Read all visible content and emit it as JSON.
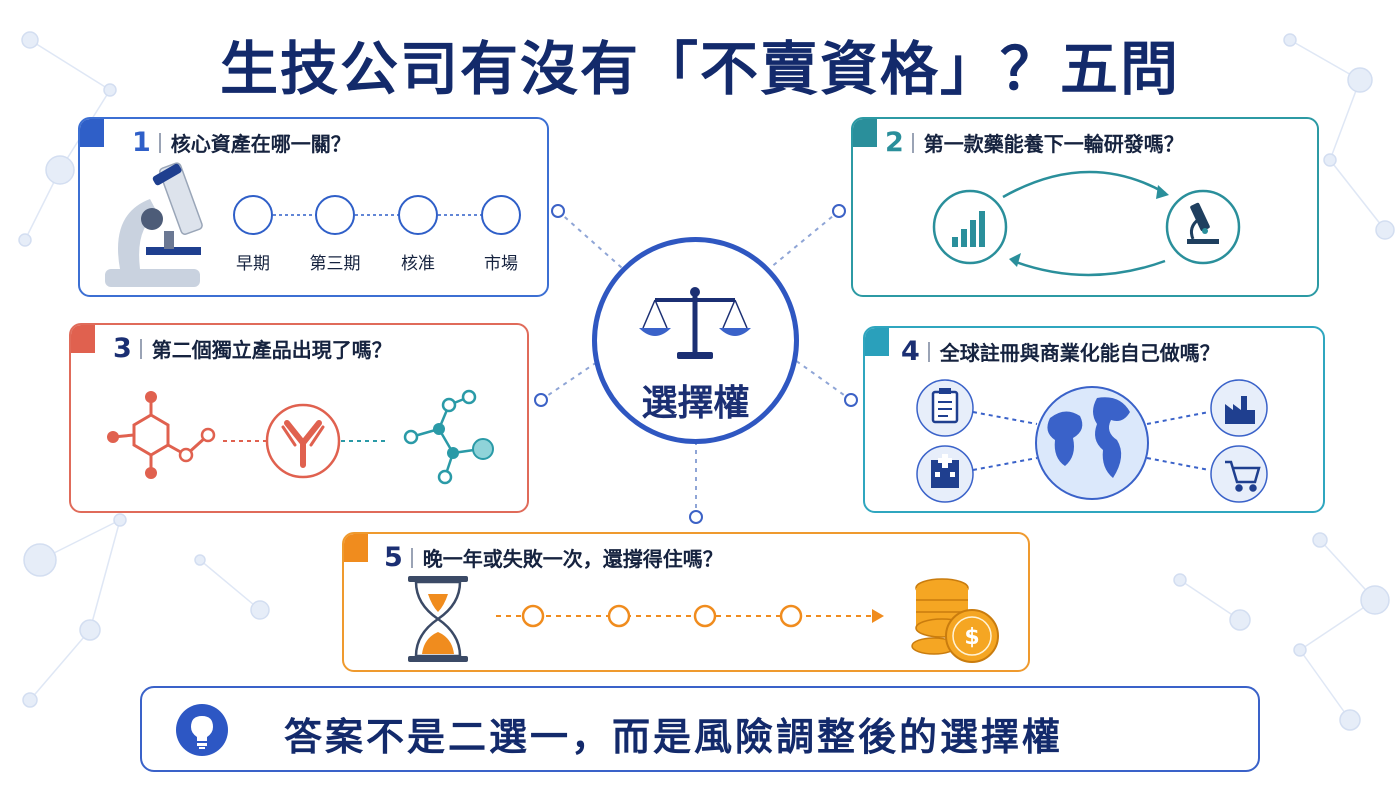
{
  "title": "生技公司有沒有「不賣資格」？五問",
  "center": {
    "label": "選擇權",
    "icon": "balance-scale-icon"
  },
  "questions": [
    {
      "num": "1",
      "text": "核心資產在哪一關？",
      "stages": [
        "早期",
        "第三期",
        "核准",
        "市場"
      ],
      "color": "#2f5fc8",
      "icon": "microscope-icon"
    },
    {
      "num": "2",
      "text": "第一款藥能養下一輪研發嗎？",
      "color": "#2a8f9b",
      "icons": [
        "bar-chart-icon",
        "microscope-icon"
      ]
    },
    {
      "num": "3",
      "text": "第二個獨立產品出現了嗎？",
      "color": "#e0614f",
      "icons": [
        "molecule-icon",
        "antibody-icon",
        "molecule-network-icon"
      ]
    },
    {
      "num": "4",
      "text": "全球註冊與商業化能自己做嗎？",
      "color": "#2aa0bb",
      "icons": [
        "clipboard-icon",
        "hospital-icon",
        "globe-icon",
        "factory-icon",
        "shopping-cart-icon"
      ]
    },
    {
      "num": "5",
      "text": "晚一年或失敗一次，還撐得住嗎？",
      "color": "#f08c1e",
      "icons": [
        "hourglass-icon",
        "coin-stack-icon"
      ]
    }
  ],
  "conclusion": {
    "text": "答案不是二選一，而是風險調整後的選擇權",
    "icon": "lightbulb-icon"
  }
}
